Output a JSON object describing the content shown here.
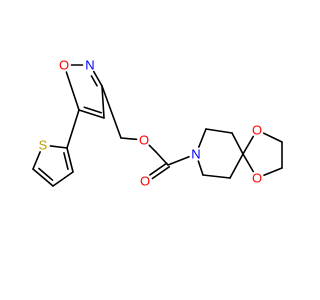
{
  "molecule": {
    "atoms": [
      {
        "symbol": "S",
        "color": "#b8a000"
      },
      {
        "symbol": "O",
        "color": "#ff0000"
      },
      {
        "symbol": "N",
        "color": "#0000ff"
      },
      {
        "symbol": "O",
        "color": "#ff0000"
      },
      {
        "symbol": "O",
        "color": "#ff0000"
      },
      {
        "symbol": "N",
        "color": "#0000ff"
      },
      {
        "symbol": "O",
        "color": "#ff0000"
      },
      {
        "symbol": "O",
        "color": "#ff0000"
      }
    ],
    "bond_color": "#000000"
  }
}
